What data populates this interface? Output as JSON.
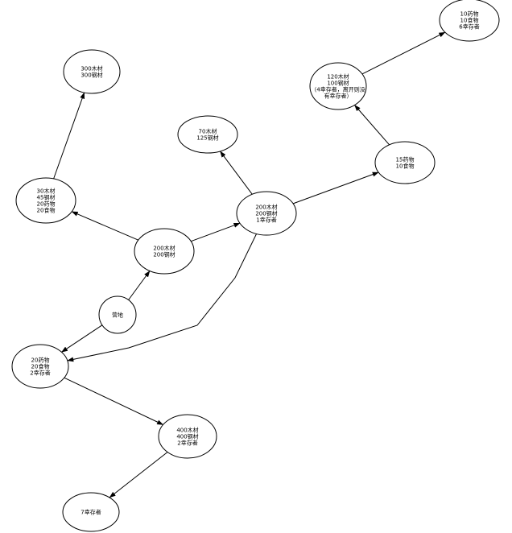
{
  "diagram": {
    "nodes": [
      {
        "id": "camp",
        "lines": [
          "营地"
        ]
      },
      {
        "id": "n200a",
        "lines": [
          "200木材",
          "200钢材"
        ]
      },
      {
        "id": "n30",
        "lines": [
          "30木材",
          "45钢材",
          "20药物",
          "20食物"
        ]
      },
      {
        "id": "n300",
        "lines": [
          "300木材",
          "300钢材"
        ]
      },
      {
        "id": "n200b",
        "lines": [
          "200木材",
          "200钢材",
          "1幸存者"
        ]
      },
      {
        "id": "n70",
        "lines": [
          "70木材",
          "125钢材"
        ]
      },
      {
        "id": "n15",
        "lines": [
          "15药物",
          "10食物"
        ]
      },
      {
        "id": "n120",
        "lines": [
          "120木材",
          "100钢材",
          "（4幸存者，离开则没",
          "有幸存者）"
        ]
      },
      {
        "id": "n10",
        "lines": [
          "10药物",
          "10食物",
          "6幸存者"
        ]
      },
      {
        "id": "n20",
        "lines": [
          "20药物",
          "20食物",
          "2幸存者"
        ]
      },
      {
        "id": "n400",
        "lines": [
          "400木材",
          "400钢材",
          "2幸存者"
        ]
      },
      {
        "id": "n7",
        "lines": [
          "7幸存者"
        ]
      }
    ],
    "edges": [
      {
        "from": "camp",
        "to": "n200a"
      },
      {
        "from": "camp",
        "to": "n20"
      },
      {
        "from": "n200a",
        "to": "n30"
      },
      {
        "from": "n200a",
        "to": "n200b"
      },
      {
        "from": "n30",
        "to": "n300"
      },
      {
        "from": "n200b",
        "to": "n70"
      },
      {
        "from": "n200b",
        "to": "n15"
      },
      {
        "from": "n200b",
        "to": "n20"
      },
      {
        "from": "n15",
        "to": "n120"
      },
      {
        "from": "n120",
        "to": "n10"
      },
      {
        "from": "n20",
        "to": "n400"
      },
      {
        "from": "n400",
        "to": "n7"
      }
    ]
  }
}
